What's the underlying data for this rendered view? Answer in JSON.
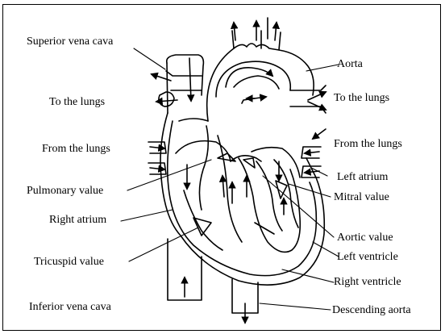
{
  "labels": {
    "superior_vena_cava": "Superior vena cava",
    "to_lungs_left": "To the lungs",
    "from_lungs_left": "From the lungs",
    "pulmonary_value": "Pulmonary value",
    "right_atrium": "Right atrium",
    "tricuspid_value": "Tricuspid value",
    "inferior_vena_cava": "Inferior vena cava",
    "aorta": "Aorta",
    "to_lungs_right": "To the lungs",
    "from_lungs_right": "From the lungs",
    "left_atrium": "Left atrium",
    "mitral_value": "Mitral value",
    "aortic_value": "Aortic value",
    "left_ventricle": "Left ventricle",
    "right_ventricle": "Right ventricle",
    "descending_aorta": "Descending aorta"
  },
  "colors": {
    "ink": "#000000",
    "background": "#ffffff"
  }
}
